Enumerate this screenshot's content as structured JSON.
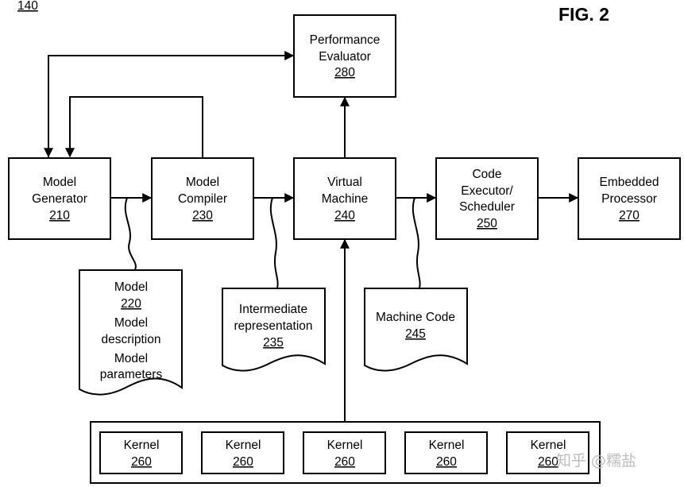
{
  "figure_ref": "140",
  "figure_label": "FIG. 2",
  "blocks": {
    "model_generator": {
      "line1": "Model",
      "line2": "Generator",
      "ref": "210"
    },
    "model_compiler": {
      "line1": "Model",
      "line2": "Compiler",
      "ref": "230"
    },
    "virtual_machine": {
      "line1": "Virtual",
      "line2": "Machine",
      "ref": "240"
    },
    "code_executor": {
      "line1": "Code",
      "line2": "Executor/",
      "line3": "Scheduler",
      "ref": "250"
    },
    "embedded_processor": {
      "line1": "Embedded",
      "line2": "Processor",
      "ref": "270"
    },
    "performance_evaluator": {
      "line1": "Performance",
      "line2": "Evaluator",
      "ref": "280"
    }
  },
  "documents": {
    "model": {
      "line1": "Model",
      "ref": "220",
      "line2": "Model",
      "line3": "description",
      "line4": "Model",
      "line5": "parameters"
    },
    "intermediate": {
      "line1": "Intermediate",
      "line2": "representation",
      "ref": "235"
    },
    "machine_code": {
      "line1": "Machine Code",
      "ref": "245"
    }
  },
  "kernels": [
    {
      "label": "Kernel",
      "ref": "260"
    },
    {
      "label": "Kernel",
      "ref": "260"
    },
    {
      "label": "Kernel",
      "ref": "260"
    },
    {
      "label": "Kernel",
      "ref": "260"
    },
    {
      "label": "Kernel",
      "ref": "260"
    }
  ],
  "watermark": "知乎 @糯盐"
}
